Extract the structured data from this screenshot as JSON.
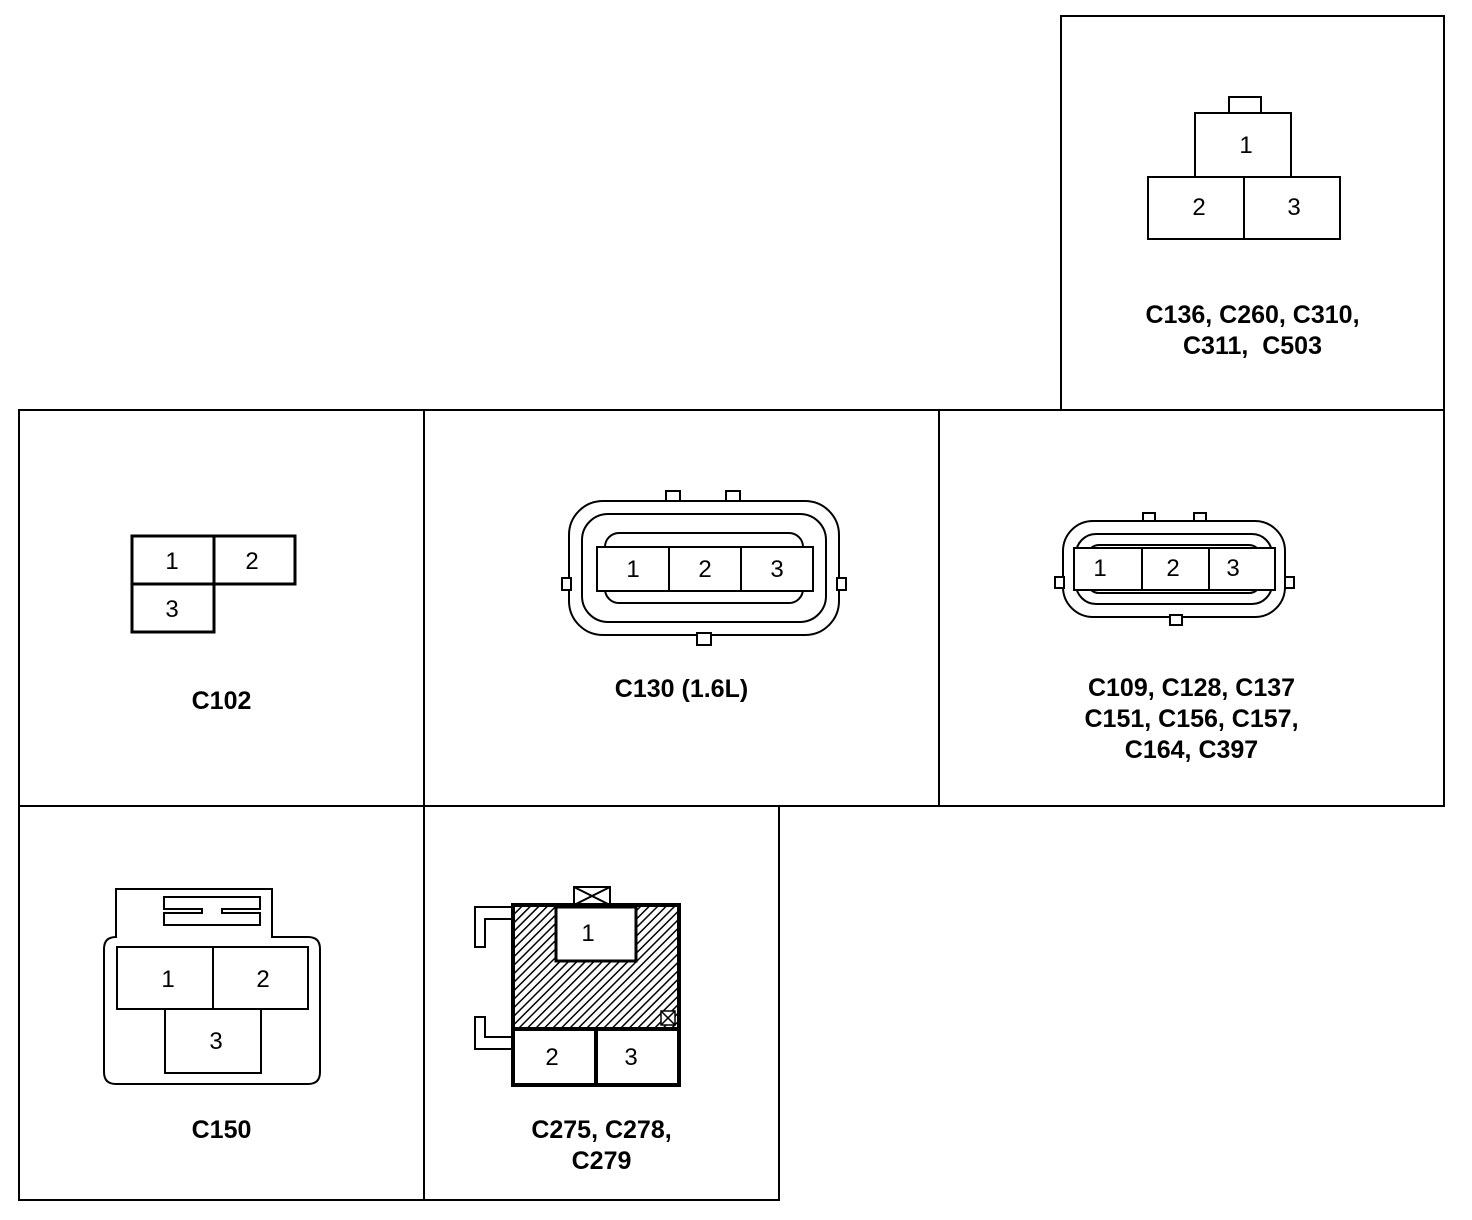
{
  "title": "",
  "connectors": [
    {
      "id": "c136_group",
      "lines": [
        "C136, C260, C310,",
        "C311,  C503"
      ],
      "pins": [
        "1",
        "2",
        "3"
      ]
    },
    {
      "id": "c102",
      "lines": [
        "C102"
      ],
      "pins": [
        "1",
        "2",
        "3"
      ]
    },
    {
      "id": "c130",
      "lines": [
        "C130 (1.6L)"
      ],
      "pins": [
        "1",
        "2",
        "3"
      ]
    },
    {
      "id": "c109_group",
      "lines": [
        "C109, C128, C137",
        "C151, C156, C157,",
        "C164, C397"
      ],
      "pins": [
        "1",
        "2",
        "3"
      ]
    },
    {
      "id": "c150",
      "lines": [
        "C150"
      ],
      "pins": [
        "1",
        "2",
        "3"
      ]
    },
    {
      "id": "c275_group",
      "lines": [
        "C275, C278,",
        "C279"
      ],
      "pins": [
        "1",
        "2",
        "3"
      ]
    }
  ]
}
